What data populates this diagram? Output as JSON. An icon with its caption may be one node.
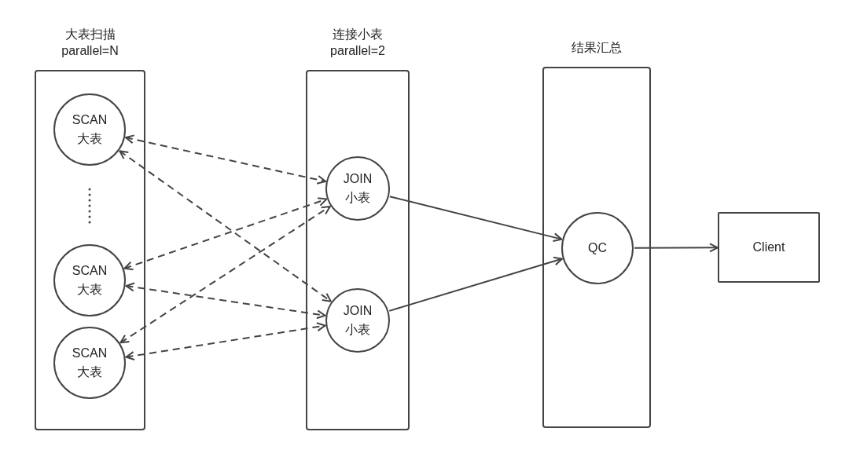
{
  "diagram": {
    "nodes": [
      {
        "text": [
          "大表扫描 parallel=N"
        ]
      },
      {
        "text": [
          "SCAN 大表"
        ],
        "in": 0
      },
      {
        "text": [
          "SCAN 大表"
        ],
        "in": 0
      },
      {
        "text": [
          "SCAN 大表"
        ],
        "in": 0
      },
      {
        "text": [
          "连接小表 parallel=2"
        ]
      },
      {
        "text": [
          "JOIN 小表"
        ],
        "in": 4
      },
      {
        "text": [
          "JOIN 小表"
        ],
        "in": 4
      },
      {
        "text": [
          "结果汇总"
        ]
      },
      {
        "text": [
          "QC"
        ],
        "in": 7
      },
      {
        "text": [
          "Client"
        ]
      }
    ],
    "edges": [
      {
        "from": 1,
        "to": 5,
        "arrow": "both",
        "style": "dashed"
      },
      {
        "from": 1,
        "to": 6,
        "arrow": "both",
        "style": "dashed"
      },
      {
        "from": 2,
        "to": 5,
        "arrow": "both",
        "style": "dashed"
      },
      {
        "from": 2,
        "to": 6,
        "arrow": "both",
        "style": "dashed"
      },
      {
        "from": 3,
        "to": 5,
        "arrow": "both",
        "style": "dashed"
      },
      {
        "from": 3,
        "to": 6,
        "arrow": "both",
        "style": "dashed"
      },
      {
        "from": 5,
        "to": 8,
        "arrow": "to"
      },
      {
        "from": 6,
        "to": 8,
        "arrow": "to"
      },
      {
        "from": 8,
        "to": 9,
        "arrow": "to"
      }
    ]
  }
}
